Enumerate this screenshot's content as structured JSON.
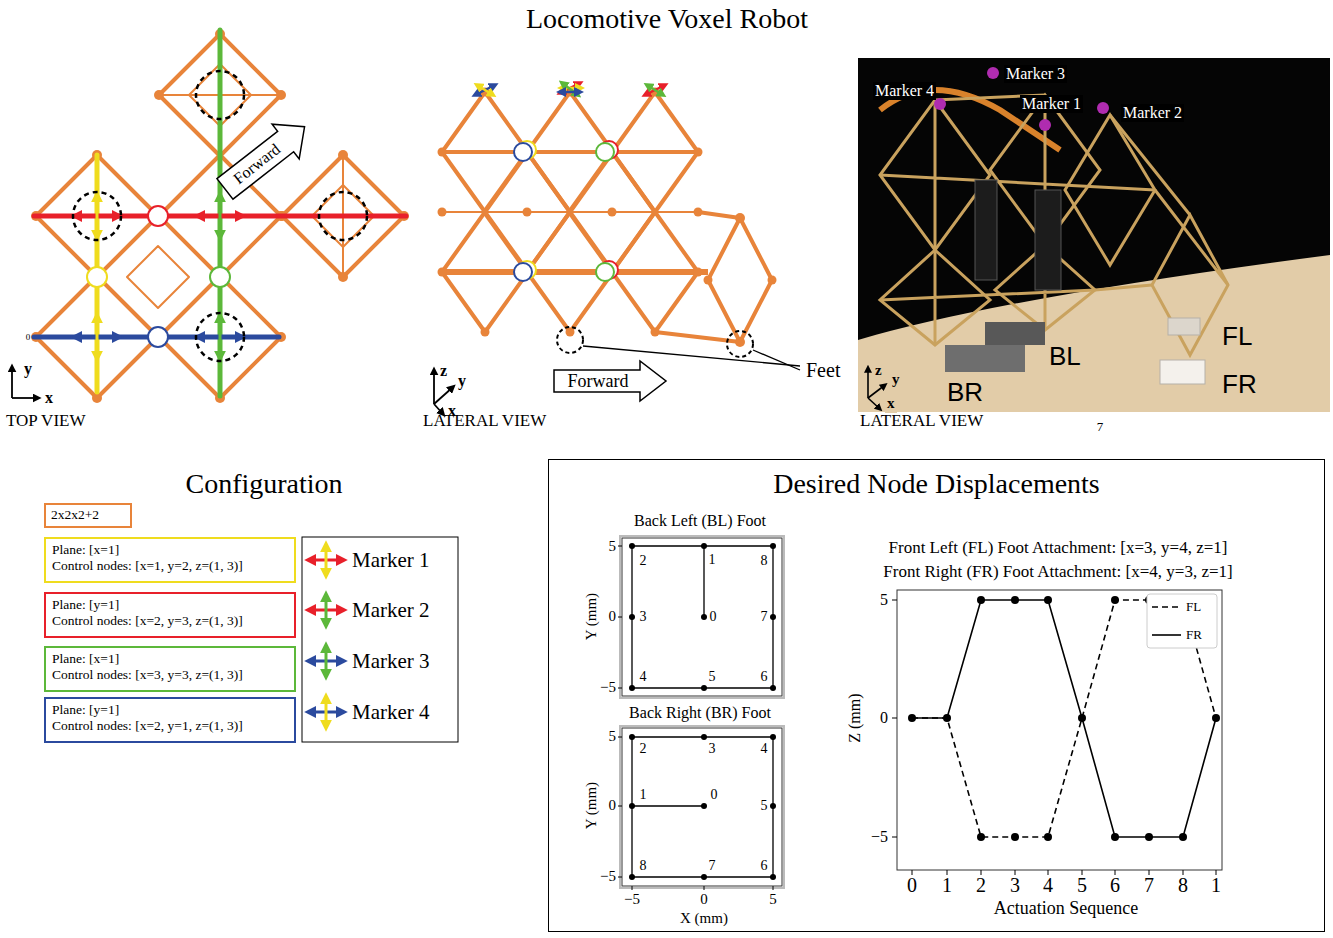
{
  "diagram": {
    "title": "Locomotive Voxel Robot",
    "nodes": [
      {
        "text": [
          "2x2x2+2"
        ]
      },
      {
        "text": [
          "Plane: [x=1]",
          "Control nodes: [x=1, y=2, z=(1, 3)]"
        ]
      },
      {
        "text": [
          "Plane: [y=1]",
          "Control nodes: [x=2, y=3, z=(1, 3)]"
        ]
      },
      {
        "text": [
          "Plane: [x=1]",
          "Control nodes: [x=3, y=3, z=(1, 3)]"
        ]
      },
      {
        "text": [
          "Plane: [y=1]",
          "Control nodes: [x=2, y=1, z=(1, 3)]"
        ]
      },
      {
        "text": [
          "Desired Node Displacements"
        ]
      }
    ],
    "labels": [
      "Forward",
      "y",
      "x",
      "0",
      "TOP VIEW",
      "z",
      "y",
      "x",
      "Forward",
      "Feet",
      "LATERAL VIEW",
      "Marker 4",
      "Marker 3",
      "Marker 1",
      "Marker 2",
      "FL",
      "BL",
      "BR",
      "FR",
      "z",
      "y",
      "x",
      "LATERAL VIEW",
      "7",
      "Configuration",
      "Back Left (BL) Foot",
      "5",
      "0",
      "−5",
      "Y (mm)",
      "2",
      "1",
      "8",
      "3",
      "0",
      "7",
      "4",
      "5",
      "6",
      "Back Right (BR) Foot",
      "5",
      "0",
      "−5",
      "Y (mm)",
      "2",
      "3",
      "4",
      "1",
      "0",
      "5",
      "8",
      "7",
      "6",
      "−5",
      "0",
      "5",
      "X (mm)",
      "Front Left (FL) Foot Attachment: [x=3, y=4, z=1]",
      "Front Right (FR) Foot Attachment: [x=4, y=3, z=1]",
      "5",
      "0",
      "−5",
      "Z (mm)",
      "0",
      "1",
      "2",
      "3",
      "4",
      "5",
      "6",
      "7",
      "8",
      "1",
      "Actuation Sequence"
    ],
    "legend": [
      {
        "text": "Marker 1"
      },
      {
        "text": "Marker 2"
      },
      {
        "text": "Marker 3"
      },
      {
        "text": "Marker 4"
      },
      {
        "text": "FL"
      },
      {
        "text": "FR"
      }
    ]
  }
}
